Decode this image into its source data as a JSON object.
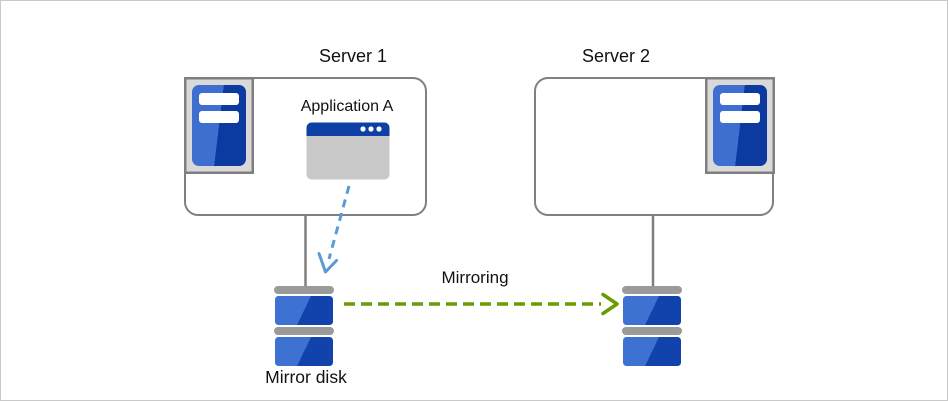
{
  "labels": {
    "server1": "Server 1",
    "server2": "Server 2",
    "application": "Application A",
    "mirroring": "Mirroring",
    "mirror_disk": "Mirror disk"
  },
  "colors": {
    "server_blue_light": "#3e6fd0",
    "server_blue_dark": "#0c3aa0",
    "disk_blue_light": "#3e72d2",
    "disk_blue_dark": "#1243ad",
    "disk_gray_bar": "#9a9a9a",
    "icon_box_fill": "#d9d9d9",
    "icon_box_border": "#7f7f7f",
    "window_titlebar_blue": "#0e41a5",
    "window_body_gray": "#c9c9c9",
    "arrow_blue": "#5b9bd5",
    "arrow_green": "#6a9b00",
    "connector_gray": "#808080",
    "box_border_gray": "#808080",
    "text_color": "#111111"
  }
}
